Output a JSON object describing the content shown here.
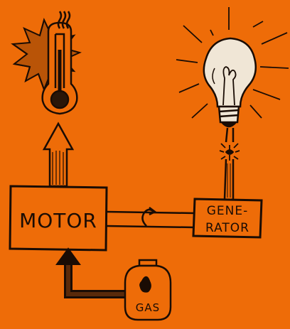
{
  "diagram": {
    "motor_label": "MOTOR",
    "generator_label_line1": "GENE-",
    "generator_label_line2": "RATOR",
    "gas_label": "GAS",
    "colors": {
      "background": "#ee6c08",
      "ink": "#1a0c04",
      "bulb_fill": "#f0e6d6",
      "thermometer_bulb": "#2a1608"
    },
    "icons": {
      "heat": "thermometer-icon",
      "light": "light-bulb-icon",
      "fuel": "gas-canister-icon",
      "rotation": "rotation-arrow-icon",
      "spark": "spark-icon"
    }
  }
}
